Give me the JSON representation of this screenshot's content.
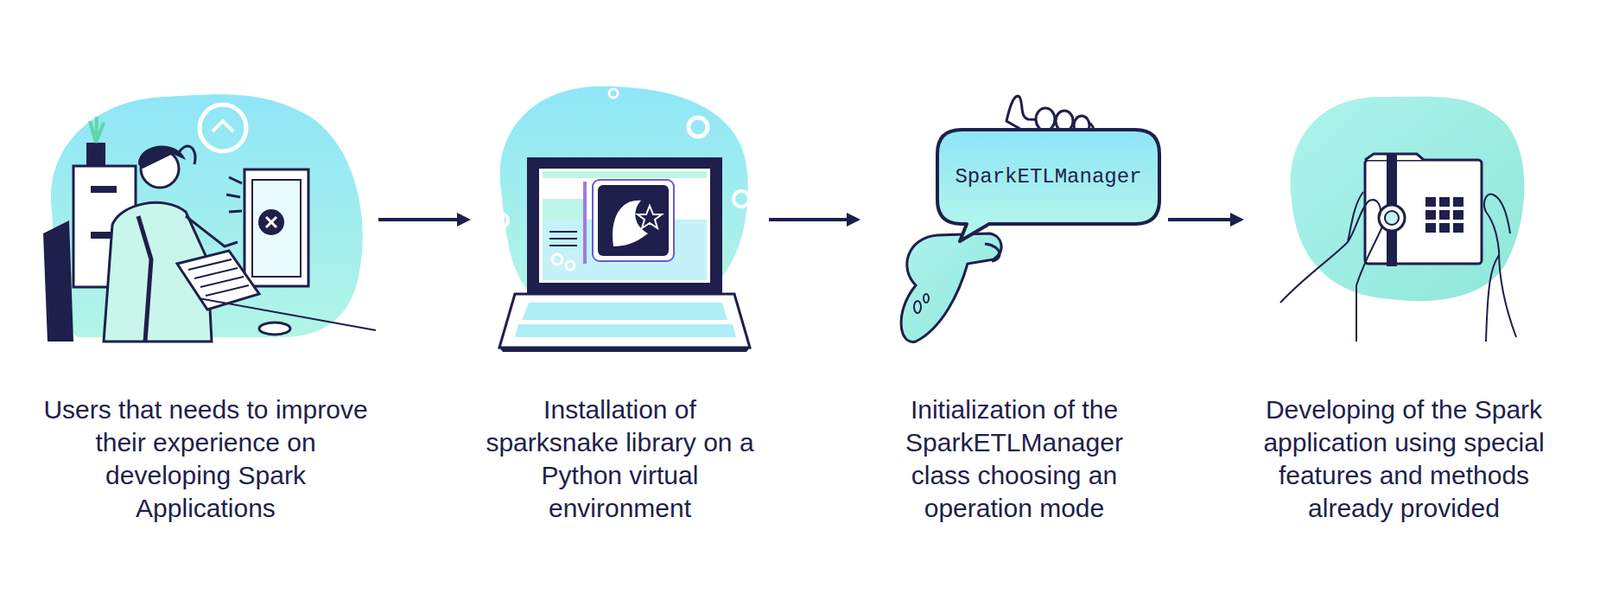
{
  "diagram": {
    "nodes": [
      {
        "text": [
          "Users that needs to improve their experience on developing Spark Applications"
        ]
      },
      {
        "text": [
          "Installation of sparksnake library on a Python virtual environment"
        ]
      },
      {
        "text": [
          "Initialization of the SparkETLManager class choosing an operation mode"
        ]
      },
      {
        "text": [
          "SparkETLManager"
        ],
        "in": 2
      },
      {
        "text": [
          "Developing of the Spark application using special features and methods already provided"
        ]
      }
    ],
    "edges": [
      {
        "from": 0,
        "to": 1,
        "arrow": "to"
      },
      {
        "from": 1,
        "to": 2,
        "arrow": "to"
      },
      {
        "from": 2,
        "to": 4,
        "arrow": "to"
      }
    ]
  }
}
